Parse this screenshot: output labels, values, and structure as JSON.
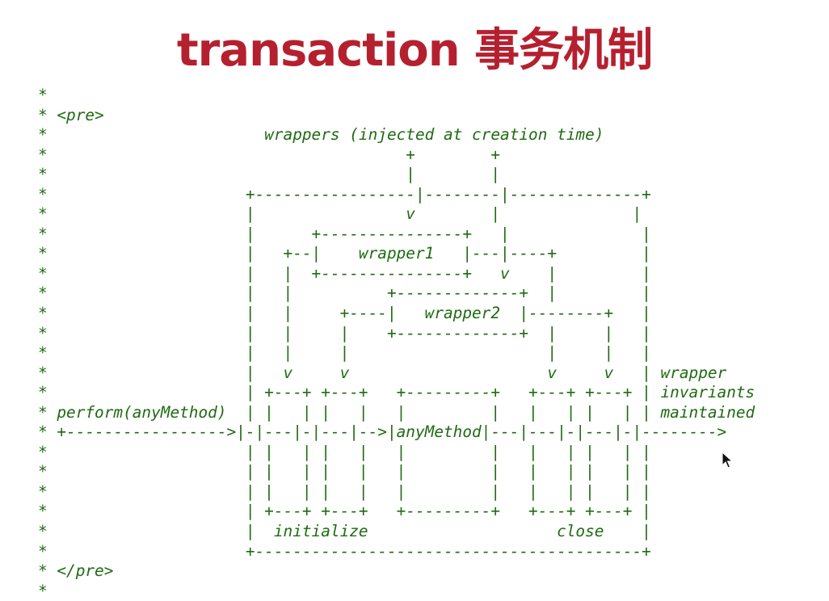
{
  "title": "transaction 事务机制",
  "diagram_lines": [
    "*",
    "* <pre>",
    "*                       wrappers (injected at creation time)",
    "*                                      +        +",
    "*                                      |        |",
    "*                     +-----------------|--------|--------------+",
    "*                     |                v        |              |",
    "*                     |      +---------------+   |              |",
    "*                     |   +--|    wrapper1   |---|----+         |",
    "*                     |   |  +---------------+   v    |         |",
    "*                     |   |          +-------------+  |         |",
    "*                     |   |     +----|   wrapper2  |--------+   |",
    "*                     |   |     |    +-------------+  |     |   |",
    "*                     |   |     |                     |     |   |",
    "*                     |   v     v                     v     v   | wrapper",
    "*                     | +---+ +---+   +---------+   +---+ +---+ | invariants",
    "* perform(anyMethod)  | |   | |   |   |         |   |   | |   | | maintained",
    "* +----------------->|-|---|-|---|-->|anyMethod|---|---|-|---|-|-------->",
    "*                     | |   | |   |   |         |   |   | |   | |",
    "*                     | |   | |   |   |         |   |   | |   | |",
    "*                     | |   | |   |   |         |   |   | |   | |",
    "*                     | +---+ +---+   +---------+   +---+ +---+ |",
    "*                     |  initialize                    close    |",
    "*                     +-----------------------------------------+",
    "* </pre>",
    "*"
  ],
  "cursor_icon": "mouse-pointer-icon",
  "colors": {
    "title": "#b5202f",
    "diagram_text": "#1f6b12",
    "background": "#ffffff"
  }
}
